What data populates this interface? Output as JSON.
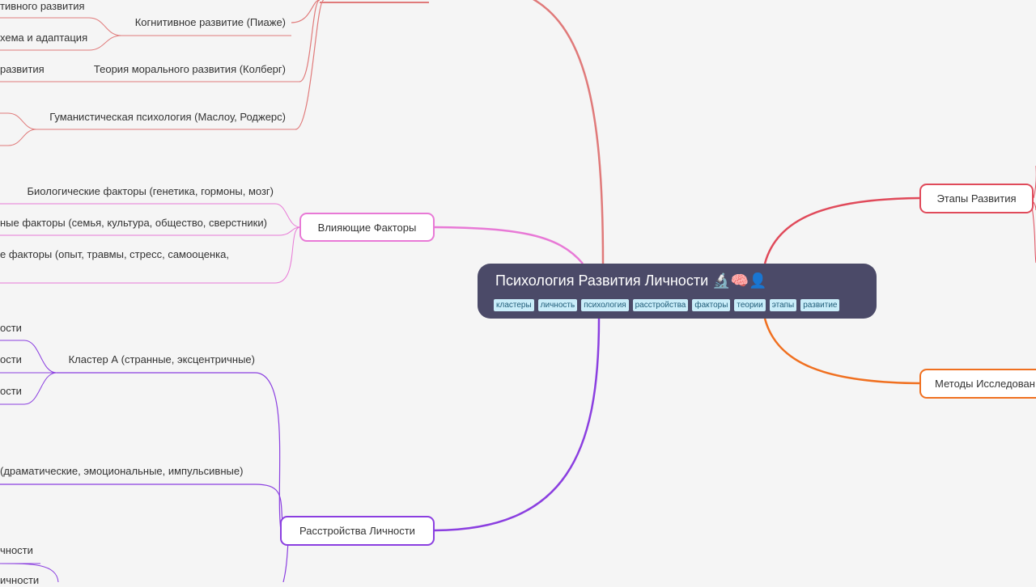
{
  "root": {
    "title": "Психология Развития Личности",
    "emoji": "🔬🧠👤",
    "tags": [
      "кластеры",
      "личность",
      "психология",
      "расстройства",
      "факторы",
      "теории",
      "этапы",
      "развитие"
    ]
  },
  "colors": {
    "theories": "#e07a7a",
    "factors": "#e879d6",
    "disorders": "#8b3fe0",
    "stages": "#e04a5a",
    "methods": "#f07020",
    "root_bg": "#4b4a68",
    "tag_bg": "#c9edf9"
  },
  "branches": {
    "factors": "Влияющие Факторы",
    "disorders": "Расстройства Личности",
    "stages": "Этапы Развития",
    "methods": "Методы Исследован"
  },
  "theories": {
    "piaget": "Когнитивное развитие (Пиаже)",
    "piaget_sub1": "тивного развития",
    "piaget_sub2": "хема и адаптация",
    "kohlberg": "Теория морального развития (Колберг)",
    "kohlberg_sub1": "развития",
    "humanistic": "Гуманистическая психология (Маслоу, Роджерс)"
  },
  "factors": {
    "bio": "Биологические факторы (генетика, гормоны, мозг)",
    "social": "ные факторы (семья, культура, общество, сверстники)",
    "personal": "е факторы (опыт, травмы, стресс, самооценка,"
  },
  "disorders": {
    "clusterA": "Кластер А (странные, эксцентричные)",
    "a1": "ости",
    "a2": "ости",
    "a3": "ости",
    "clusterB": "(драматические, эмоциональные, импульсивные)",
    "c1": "чности",
    "c2": "ичности"
  }
}
